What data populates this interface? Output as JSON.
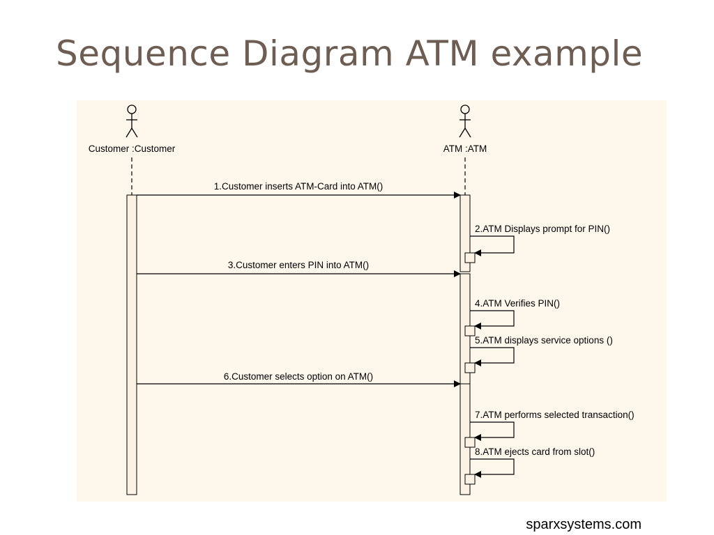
{
  "slide": {
    "title": "Sequence Diagram ATM example",
    "source": "sparxsystems.com"
  },
  "diagram": {
    "lifelines": [
      {
        "label": "Customer :Customer"
      },
      {
        "label": "ATM :ATM"
      }
    ],
    "messages": [
      {
        "number": 1,
        "label": "1.Customer inserts ATM-Card into ATM()",
        "from": "Customer",
        "to": "ATM"
      },
      {
        "number": 2,
        "label": "2.ATM Displays prompt for PIN()",
        "from": "ATM",
        "to": "ATM"
      },
      {
        "number": 3,
        "label": "3.Customer enters PIN into ATM()",
        "from": "Customer",
        "to": "ATM"
      },
      {
        "number": 4,
        "label": "4.ATM Verifies PIN()",
        "from": "ATM",
        "to": "ATM"
      },
      {
        "number": 5,
        "label": "5.ATM displays service options ()",
        "from": "ATM",
        "to": "ATM"
      },
      {
        "number": 6,
        "label": "6.Customer selects option on ATM()",
        "from": "Customer",
        "to": "ATM"
      },
      {
        "number": 7,
        "label": "7.ATM performs selected transaction()",
        "from": "ATM",
        "to": "ATM"
      },
      {
        "number": 8,
        "label": "8.ATM ejects card from slot()",
        "from": "ATM",
        "to": "ATM"
      }
    ]
  }
}
